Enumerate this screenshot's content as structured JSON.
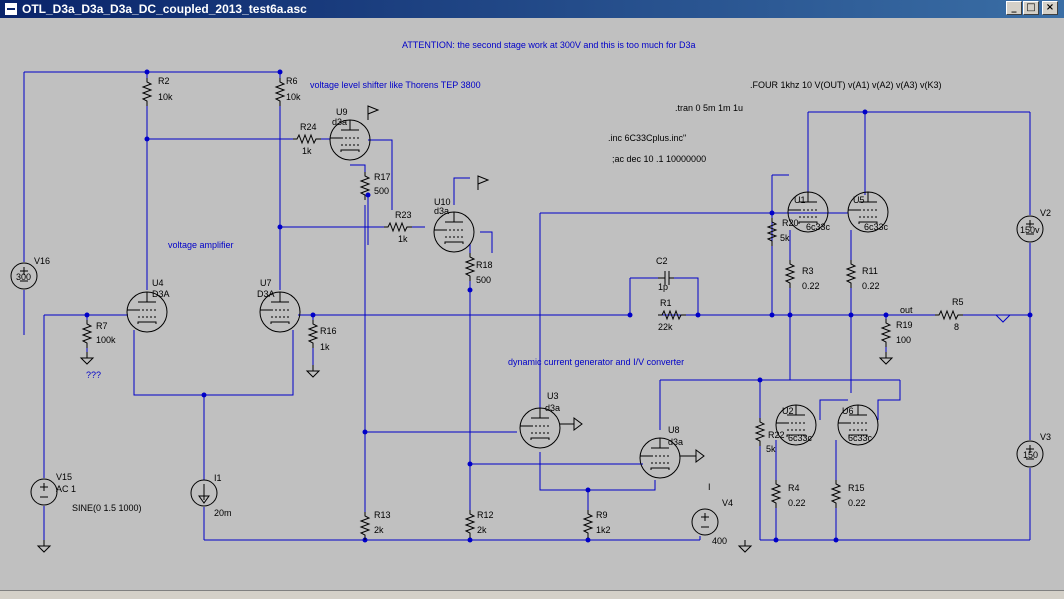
{
  "window": {
    "title": "OTL_D3a_D3a_D3a_DC_coupled_2013_test6a.asc",
    "buttons": {
      "minimize": "_",
      "maximize": "□",
      "close": "×"
    }
  },
  "notes": {
    "attention": "ATTENTION: the second stage work at 300V and this is too much for D3a",
    "shifter": "voltage level shifter like Thorens TEP 3800",
    "amplifier": "voltage amplifier",
    "dynamic": "dynamic current generator and I/V converter"
  },
  "directives": {
    "four": ".FOUR 1khz 10 V(OUT) v(A1) v(A2)  v(A3) v(K3)",
    "tran": ".tran 0 5m 1m 1u",
    "inc": ".inc 6C33Cplus.inc\"",
    "ac": ";ac dec 10 .1 10000000"
  },
  "components": {
    "R2": {
      "name": "R2",
      "value": "10k"
    },
    "R6": {
      "name": "R6",
      "value": "10k"
    },
    "R24": {
      "name": "R24",
      "value": "1k"
    },
    "R17": {
      "name": "R17",
      "value": "500"
    },
    "R23": {
      "name": "R23",
      "value": "1k"
    },
    "R18": {
      "name": "R18",
      "value": "500"
    },
    "R7": {
      "name": "R7",
      "value": "100k"
    },
    "R16": {
      "name": "R16",
      "value": "1k"
    },
    "R1": {
      "name": "R1",
      "value": "22k"
    },
    "C2": {
      "name": "C2",
      "value": "1p"
    },
    "R20": {
      "name": "R20",
      "value": "5k"
    },
    "R3": {
      "name": "R3",
      "value": "0.22"
    },
    "R11": {
      "name": "R11",
      "value": "0.22"
    },
    "R19": {
      "name": "R19",
      "value": "100"
    },
    "R5": {
      "name": "R5",
      "value": "8"
    },
    "R22": {
      "name": "R22",
      "value": "5k"
    },
    "R4": {
      "name": "R4",
      "value": "0.22"
    },
    "R15": {
      "name": "R15",
      "value": "0.22"
    },
    "R13": {
      "name": "R13",
      "value": "2k"
    },
    "R12": {
      "name": "R12",
      "value": "2k"
    },
    "R9": {
      "name": "R9",
      "value": "1k2"
    },
    "U9": {
      "name": "U9",
      "model": "d3a"
    },
    "U10": {
      "name": "U10",
      "model": "d3a"
    },
    "U4": {
      "name": "U4",
      "model": "D3A"
    },
    "U7": {
      "name": "U7",
      "model": "D3A"
    },
    "U3": {
      "name": "U3",
      "model": "d3a"
    },
    "U8": {
      "name": "U8",
      "model": "d3a"
    },
    "U1": {
      "name": "U1",
      "model": "6c33c"
    },
    "U5": {
      "name": "U5",
      "model": "6c33c"
    },
    "U2": {
      "name": "U2",
      "model": "6c33c"
    },
    "U6": {
      "name": "U6",
      "model": "6c33c"
    },
    "V16": {
      "name": "V16",
      "value": "300"
    },
    "V15": {
      "name": "V15",
      "value": "AC 1",
      "spec": "SINE(0 1.5 1000)"
    },
    "V2": {
      "name": "V2",
      "value": "150v"
    },
    "V3": {
      "name": "V3",
      "value": "150"
    },
    "V4": {
      "name": "V4",
      "value": "400"
    },
    "I1": {
      "name": "I1",
      "value": "20m"
    }
  },
  "labels": {
    "out": "out",
    "question": "???",
    "v4_pin": "I"
  }
}
